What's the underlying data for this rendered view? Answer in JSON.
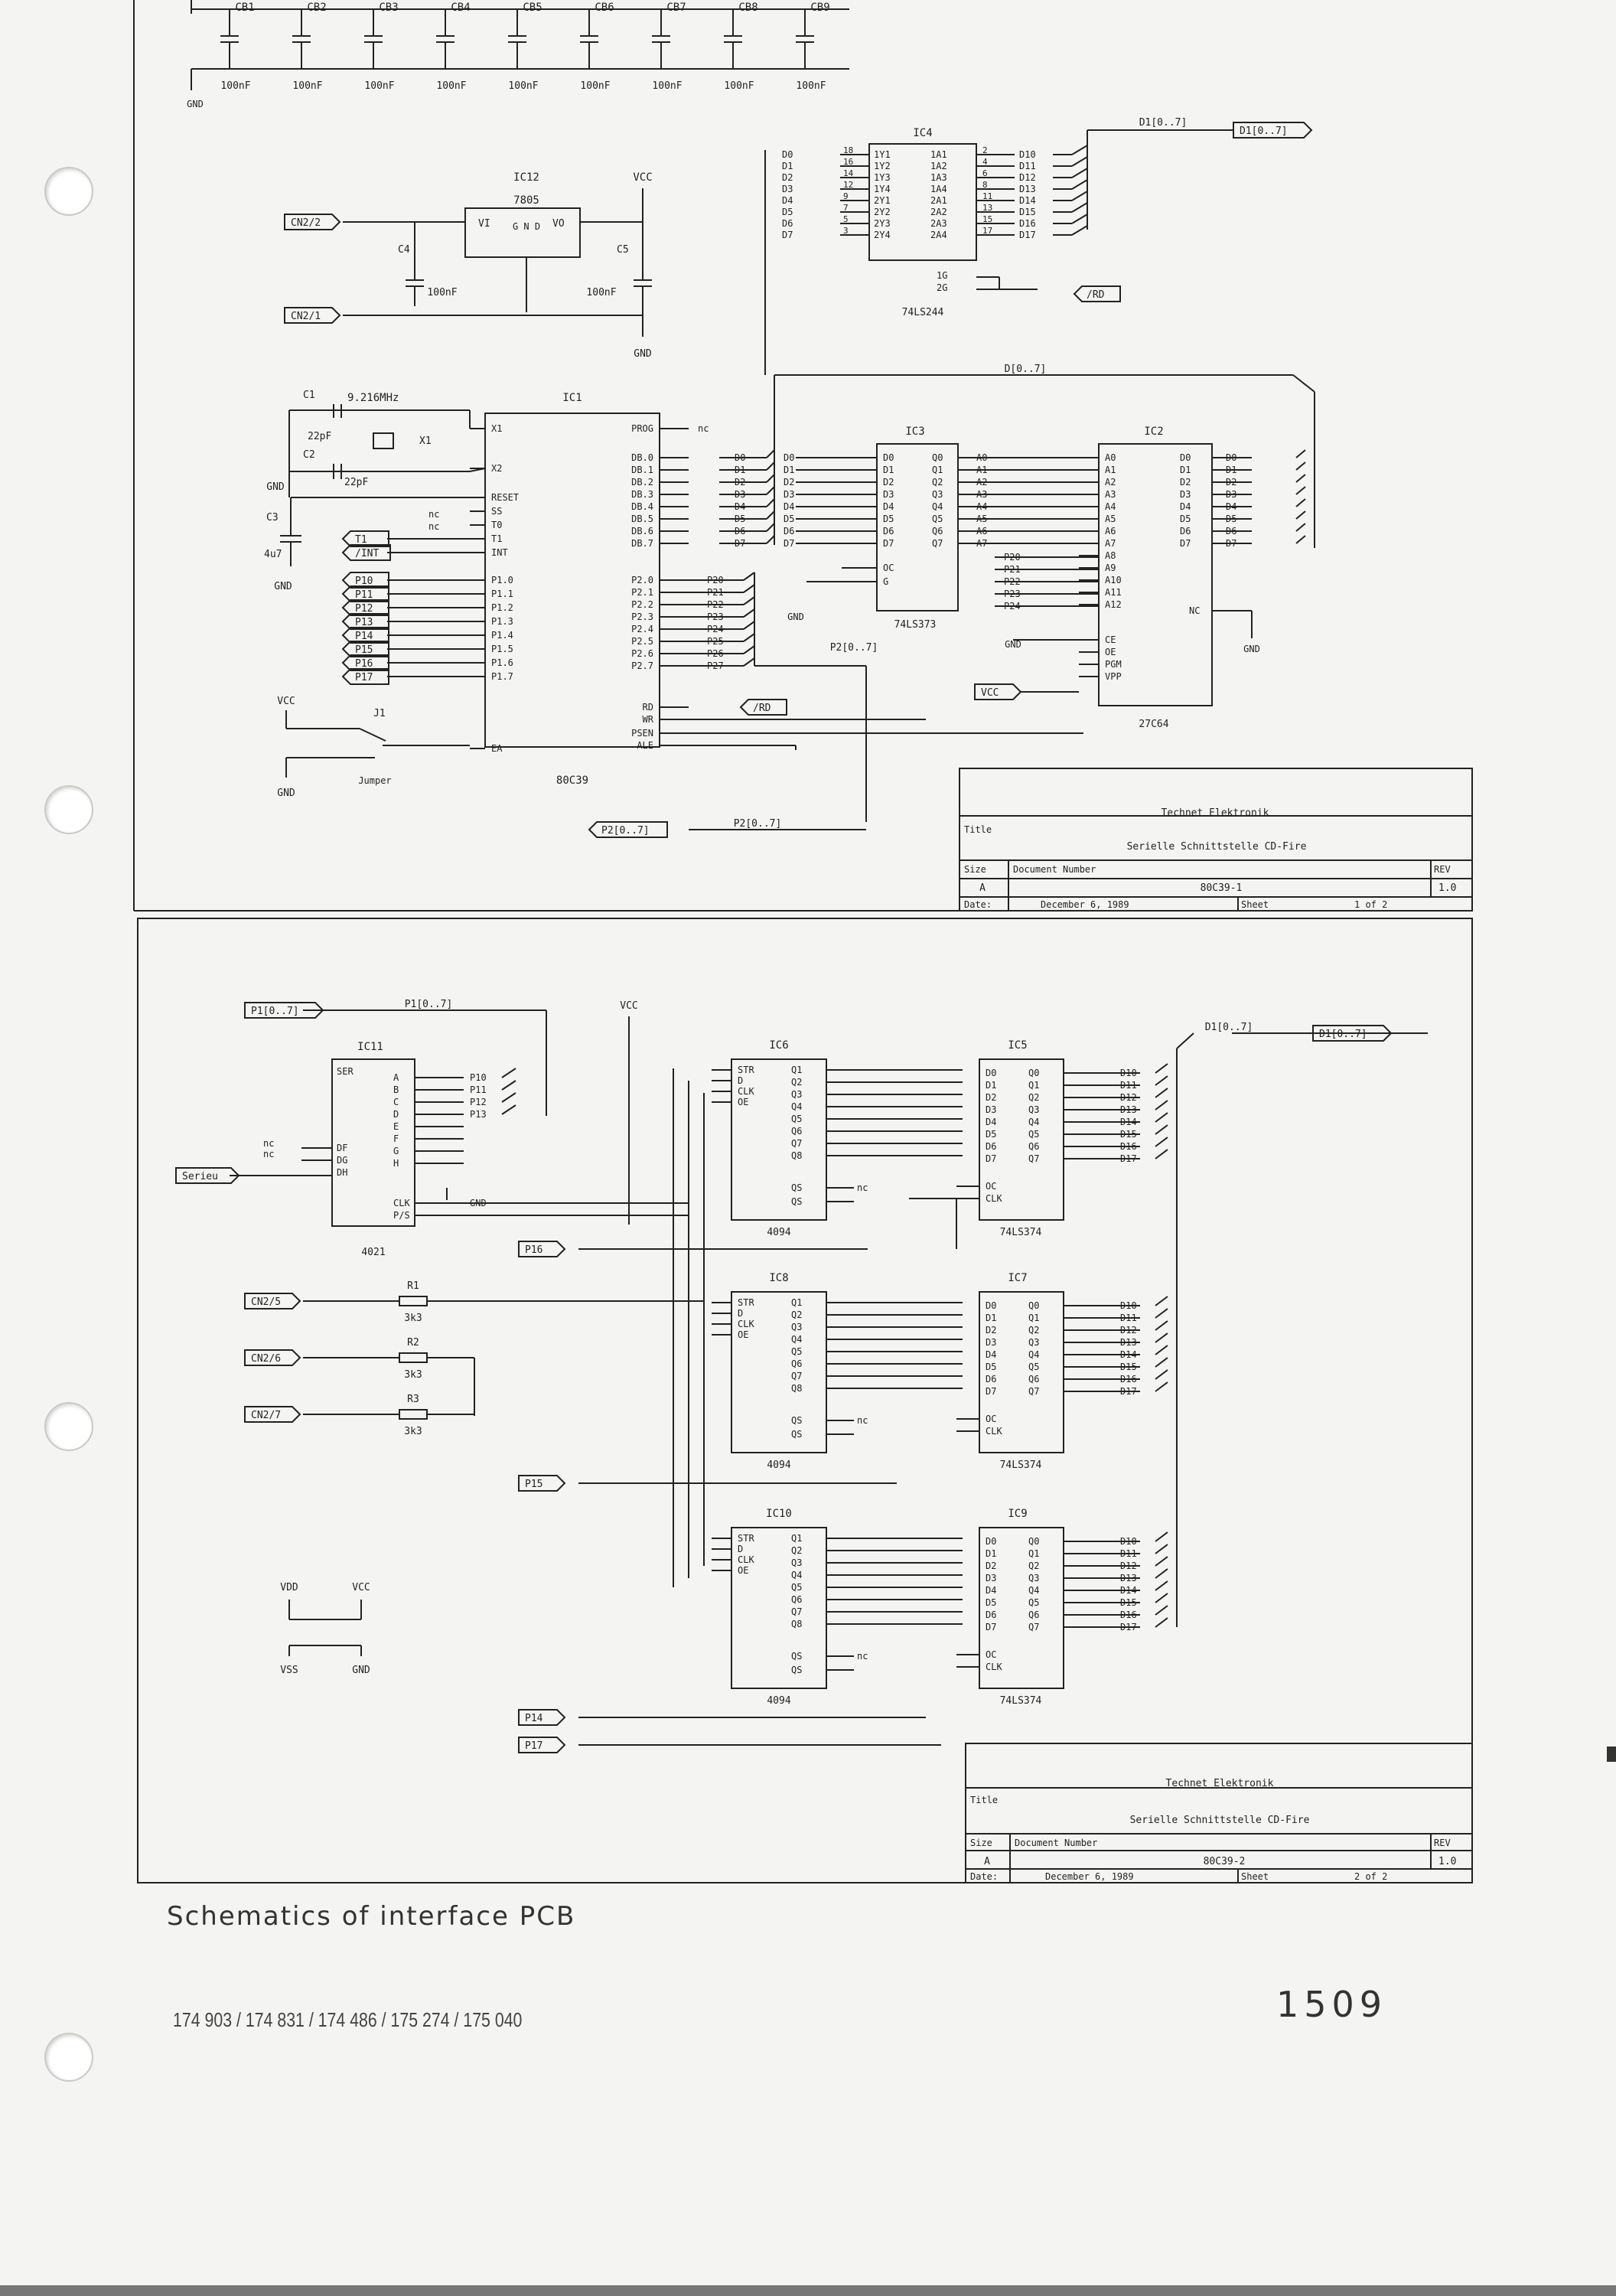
{
  "caption": "Schematics of interface PCB",
  "part_numbers": "174 903 / 174 831 / 174 486 / 175 274 / 175 040",
  "page_number": "1509",
  "sheet1": {
    "caps_top": {
      "labels": [
        "CB1",
        "CB2",
        "CB3",
        "CB4",
        "CB5",
        "CB6",
        "CB7",
        "CB8",
        "CB9"
      ],
      "values": [
        "100nF",
        "100nF",
        "100nF",
        "100nF",
        "100nF",
        "100nF",
        "100nF",
        "100nF",
        "100nF"
      ],
      "gnd": "GND"
    },
    "ic12": {
      "name": "IC12",
      "part": "7805",
      "pins": [
        "VI",
        "VO",
        "G N D"
      ],
      "in": "CN2/2",
      "gnd": "CN2/1",
      "vcc": "VCC",
      "gnd_label": "GND",
      "c4": "C4",
      "c4_val": "100nF",
      "c5": "C5",
      "c5_val": "100nF"
    },
    "ic4": {
      "name": "IC4",
      "part": "74LS244",
      "left": [
        "1Y1",
        "1Y2",
        "1Y3",
        "1Y4",
        "2Y1",
        "2Y2",
        "2Y3",
        "2Y4"
      ],
      "right": [
        "1A1",
        "1A2",
        "1A3",
        "1A4",
        "2A1",
        "2A2",
        "2A3",
        "2A4"
      ],
      "nets_in": [
        "D0",
        "D1",
        "D2",
        "D3",
        "D4",
        "D5",
        "D6",
        "D7"
      ],
      "nets_out": [
        "D10",
        "D11",
        "D12",
        "D13",
        "D14",
        "D15",
        "D16",
        "D17"
      ],
      "pins_in": [
        "18",
        "16",
        "14",
        "12",
        "9",
        "7",
        "5",
        "3"
      ],
      "pins_out": [
        "2",
        "4",
        "6",
        "8",
        "11",
        "13",
        "15",
        "17"
      ],
      "enable": [
        "1G",
        "2G"
      ],
      "rd": "/RD",
      "bus": "D1[0..7]",
      "bus_tag": "D1[0..7]"
    },
    "ic1": {
      "name": "IC1",
      "part": "80C39",
      "xtal": "9.216MHz",
      "x1": "X1",
      "c1": "C1",
      "c1_val": "22pF",
      "c2": "C2",
      "c2_val": "22pF",
      "c3": "C3",
      "c3_val": "4u7",
      "left": [
        "X1",
        "X2",
        "RESET",
        "SS",
        "T0",
        "T1",
        "INT",
        "P1.0",
        "P1.1",
        "P1.2",
        "P1.3",
        "P1.4",
        "P1.5",
        "P1.6",
        "P1.7",
        "EA"
      ],
      "right": [
        "PROG",
        "DB.0",
        "DB.1",
        "DB.2",
        "DB.3",
        "DB.4",
        "DB.5",
        "DB.6",
        "DB.7",
        "P2.0",
        "P2.1",
        "P2.2",
        "P2.3",
        "P2.4",
        "P2.5",
        "P2.6",
        "P2.7",
        "RD",
        "WR",
        "PSEN",
        "ALE"
      ],
      "p1_tags": [
        "P10",
        "P11",
        "P12",
        "P13",
        "P14",
        "P15",
        "P16",
        "P17"
      ],
      "t_tags": [
        "T1",
        "/INT"
      ],
      "p2_nets": [
        "P20",
        "P21",
        "P22",
        "P23",
        "P24",
        "P25",
        "P26",
        "P27"
      ],
      "nc": "nc",
      "jumper": "Jumper",
      "j1": "J1",
      "vcc": "VCC",
      "gnd": "GND"
    },
    "ic3": {
      "name": "IC3",
      "part": "74LS373",
      "left": [
        "D0",
        "D1",
        "D2",
        "D3",
        "D4",
        "D5",
        "D6",
        "D7",
        "OC",
        "G"
      ],
      "right": [
        "Q0",
        "Q1",
        "Q2",
        "Q3",
        "Q4",
        "Q5",
        "Q6",
        "Q7"
      ]
    },
    "ic2": {
      "name": "IC2",
      "part": "27C64",
      "left": [
        "A0",
        "A1",
        "A2",
        "A3",
        "A4",
        "A5",
        "A6",
        "A7",
        "A8",
        "A9",
        "A10",
        "A11",
        "A12",
        "CE",
        "OE",
        "PGM",
        "VPP"
      ],
      "right": [
        "D0",
        "D1",
        "D2",
        "D3",
        "D4",
        "D5",
        "D6",
        "D7",
        "NC"
      ]
    },
    "bus_d": "D[0..7]",
    "bus_p2": "P2[0..7]",
    "p2_tag": "P2[0..7]",
    "vcc_tag": "VCC",
    "titleblock": {
      "company": "Technet Elektronik",
      "title_label": "Title",
      "title": "Serielle Schnittstelle CD-Fire",
      "size_label": "Size",
      "size": "A",
      "doc_label": "Document Number",
      "doc": "80C39-1",
      "rev_label": "REV",
      "rev": "1.0",
      "date_label": "Date:",
      "date": "December 6, 1989",
      "sheet_label": "Sheet",
      "sheet": "1 of 2"
    }
  },
  "sheet2": {
    "p1_bus": "P1[0..7]",
    "p1_tag": "P1[0..7]",
    "d_bus": "D1[0..7]",
    "d_tag": "D1[0..7]",
    "vcc": "VCC",
    "ic11": {
      "name": "IC11",
      "part": "4021",
      "left": [
        "SER",
        "DF",
        "DG",
        "DH"
      ],
      "right": [
        "A",
        "B",
        "C",
        "D",
        "E",
        "F",
        "G",
        "H",
        "CLK",
        "P/S"
      ],
      "serin": "Serieu",
      "outs": [
        "P10",
        "P11",
        "P12",
        "P13"
      ]
    },
    "shift": [
      {
        "name": "IC6",
        "part": "4094"
      },
      {
        "name": "IC8",
        "part": "4094"
      },
      {
        "name": "IC10",
        "part": "4094"
      }
    ],
    "shift_left": [
      "STR",
      "D",
      "CLK",
      "OE"
    ],
    "shift_right": [
      "Q1",
      "Q2",
      "Q3",
      "Q4",
      "Q5",
      "Q6",
      "Q7",
      "Q8",
      "QS",
      "QS"
    ],
    "latches": [
      {
        "name": "IC5",
        "part": "74LS374"
      },
      {
        "name": "IC7",
        "part": "74LS374"
      },
      {
        "name": "IC9",
        "part": "74LS374"
      }
    ],
    "latch_left": [
      "D0",
      "D1",
      "D2",
      "D3",
      "D4",
      "D5",
      "D6",
      "D7",
      "OC",
      "CLK"
    ],
    "latch_right": [
      "Q0",
      "Q1",
      "Q2",
      "Q3",
      "Q4",
      "Q5",
      "Q6",
      "Q7"
    ],
    "latch_nets": [
      "D10",
      "D11",
      "D12",
      "D13",
      "D14",
      "D15",
      "D16",
      "D17"
    ],
    "tags": [
      "P16",
      "P15",
      "P14",
      "P17",
      "CN2/5",
      "CN2/6",
      "CN2/7"
    ],
    "resistors": [
      {
        "name": "R1",
        "val": "3k3"
      },
      {
        "name": "R2",
        "val": "3k3"
      },
      {
        "name": "R3",
        "val": "3k3"
      }
    ],
    "power": {
      "vdd": "VDD",
      "vcc": "VCC",
      "vss": "VSS",
      "gnd": "GND"
    },
    "titleblock": {
      "company": "Technet Elektronik",
      "title_label": "Title",
      "title": "Serielle Schnittstelle CD-Fire",
      "size_label": "Size",
      "size": "A",
      "doc_label": "Document Number",
      "doc": "80C39-2",
      "rev_label": "REV",
      "rev": "1.0",
      "date_label": "Date:",
      "date": "December 6, 1989",
      "sheet_label": "Sheet",
      "sheet": "2 of 2"
    }
  }
}
